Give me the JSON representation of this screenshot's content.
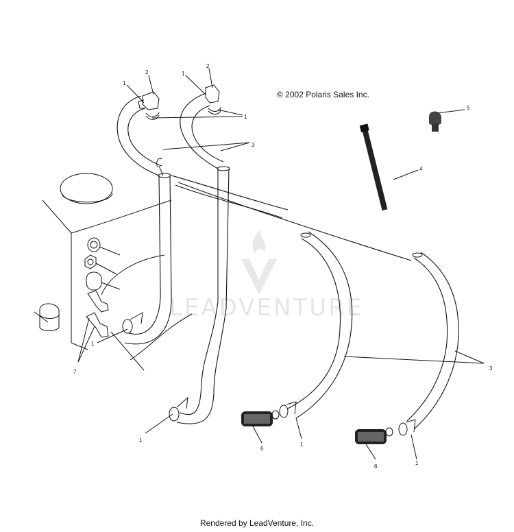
{
  "copyright": "© 2002 Polaris Sales Inc.",
  "footer": "Rendered by LeadVenture, Inc.",
  "watermark": "LEADVENTURE",
  "callouts": [
    {
      "id": "c1a",
      "text": "1"
    },
    {
      "id": "c2a",
      "text": "2"
    },
    {
      "id": "c1b",
      "text": "1"
    },
    {
      "id": "c2b",
      "text": "2"
    },
    {
      "id": "c1c",
      "text": "1"
    },
    {
      "id": "c3a",
      "text": "3"
    },
    {
      "id": "c5",
      "text": "5"
    },
    {
      "id": "c4",
      "text": "4"
    },
    {
      "id": "c3b",
      "text": "3"
    },
    {
      "id": "c7",
      "text": "7"
    },
    {
      "id": "c1d",
      "text": "1"
    },
    {
      "id": "c1e",
      "text": "1"
    },
    {
      "id": "c6a",
      "text": "6"
    },
    {
      "id": "c1f",
      "text": "1"
    },
    {
      "id": "c6b",
      "text": "6"
    },
    {
      "id": "c1g",
      "text": "1"
    }
  ]
}
